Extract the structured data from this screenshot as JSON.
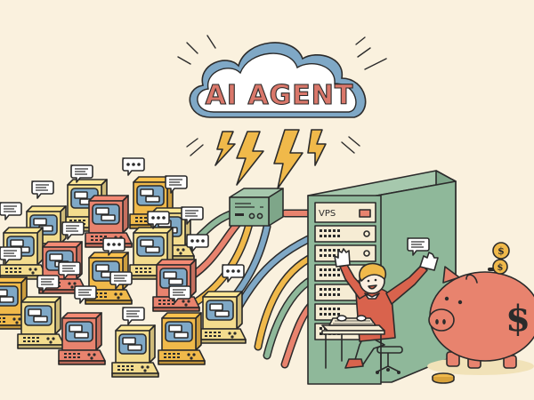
{
  "scene": {
    "description": "Illustration of an AI agent cloud powering a VPS server that replaces many retro computers, with a happy person typing and a piggy bank saving money",
    "background_color": "#faf1de"
  },
  "cloud": {
    "label": "AI AGENT",
    "fill": "#ffffff",
    "outline_color": "#7fa8c6",
    "text_color": "#d9776a"
  },
  "lightning": {
    "count": 4,
    "color": "#f0b94a"
  },
  "router": {
    "color": "#8fb89a"
  },
  "server": {
    "label": "VPS",
    "color": "#8fb89a",
    "rack_units": 6
  },
  "person": {
    "hair_color": "#f0b94a",
    "shirt_color": "#d9634d",
    "pants_color": "#8fb89a",
    "chat_bubble": "text"
  },
  "piggy_bank": {
    "symbol": "$",
    "color": "#e8836e",
    "coin_symbol": "$",
    "coins_in_slot": 2,
    "coin_on_floor": 1
  },
  "computers": {
    "count": 20,
    "colors": [
      "#f3dc8e",
      "#e8836e",
      "#f0b94a"
    ],
    "screen_color": "#7fa8c6",
    "bubble_types": [
      "text",
      "dots"
    ]
  },
  "cables": {
    "colors": [
      "#8fb89a",
      "#e8836e",
      "#f0b94a",
      "#7fa8c6"
    ]
  }
}
